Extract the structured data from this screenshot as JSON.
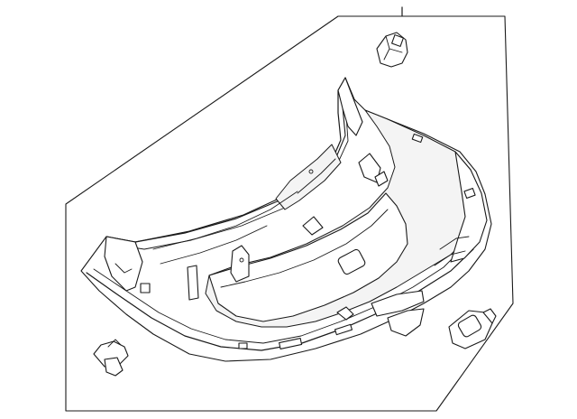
{
  "diagram": {
    "stroke_color": "#1a1a1a",
    "background_color": "#ffffff",
    "parts": [
      {
        "id": "trim-panel",
        "label": ""
      },
      {
        "id": "upper-clip",
        "label": ""
      },
      {
        "id": "side-clip",
        "label": ""
      },
      {
        "id": "push-pin-fastener",
        "label": ""
      }
    ]
  }
}
